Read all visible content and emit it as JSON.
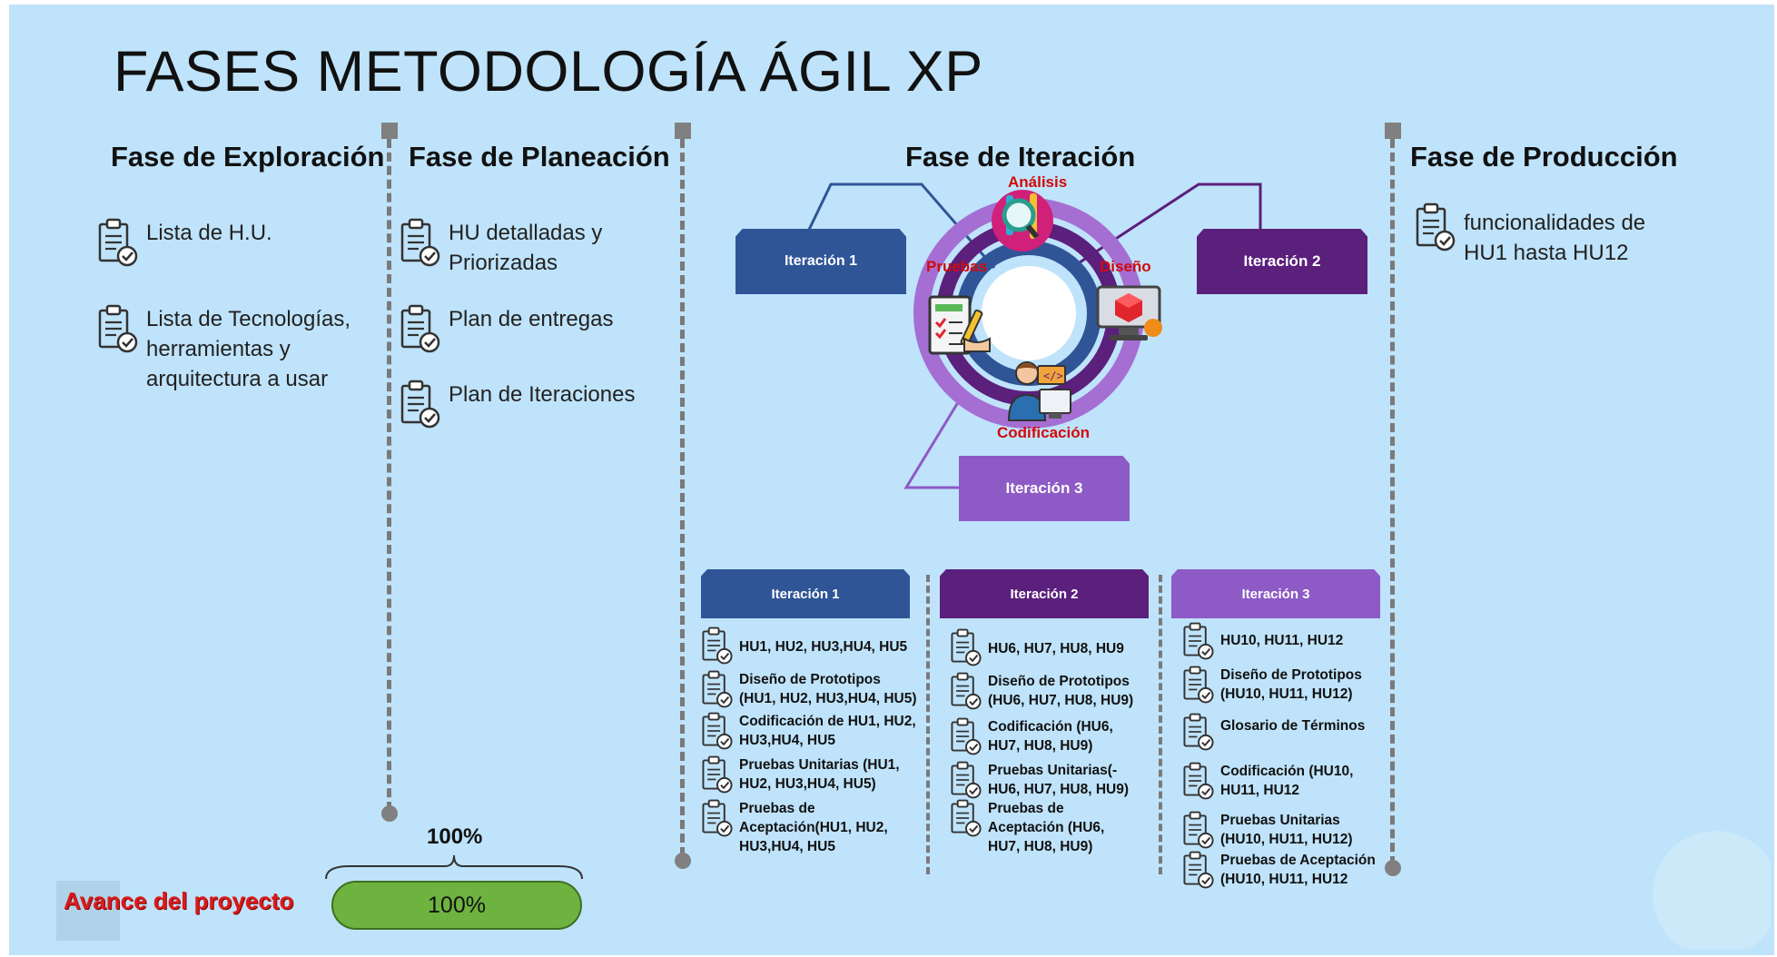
{
  "title": "FASES METODOLOGÍA ÁGIL XP",
  "colors": {
    "background": "#bfe3fa",
    "iter1": "#2f5597",
    "iter2": "#5b1f7c",
    "iter3": "#8e5ac6",
    "progress_green": "#6eb33f",
    "label_red": "#d10a0a"
  },
  "exploration": {
    "heading": "Fase de Exploración",
    "items": [
      {
        "icon": "clipboard-check-icon",
        "text": "Lista de H.U."
      },
      {
        "icon": "clipboard-check-icon",
        "text": "Lista de Tecnologías, herramientas y arquitectura a usar"
      }
    ]
  },
  "planning": {
    "heading": "Fase de Planeación",
    "items": [
      {
        "icon": "clipboard-check-icon",
        "text": "HU detalladas  y Priorizadas"
      },
      {
        "icon": "clipboard-check-icon",
        "text": "Plan de entregas"
      },
      {
        "icon": "clipboard-check-icon",
        "text": "Plan de Iteraciones"
      }
    ]
  },
  "iteration": {
    "heading": "Fase de Iteración",
    "cycle": {
      "analysis": "Análisis",
      "design": "Diseño",
      "coding": "Codificación",
      "testing": "Pruebas"
    },
    "tabs": {
      "iter1": "Iteración 1",
      "iter2": "Iteración 2",
      "iter3": "Iteración 3"
    },
    "columns": [
      {
        "header": "Iteración 1",
        "items": [
          "HU1, HU2, HU3,HU4, HU5",
          "Diseño de Prototipos (HU1, HU2, HU3,HU4, HU5)",
          "Codificación de HU1, HU2, HU3,HU4, HU5",
          "Pruebas Unitarias (HU1, HU2, HU3,HU4, HU5)",
          "Pruebas de Aceptación(HU1, HU2, HU3,HU4, HU5"
        ]
      },
      {
        "header": "Iteración 2",
        "items": [
          "HU6, HU7, HU8, HU9",
          "Diseño de Prototipos (HU6, HU7, HU8, HU9)",
          "Codificación (HU6, HU7, HU8, HU9)",
          "Pruebas Unitarias(-HU6, HU7, HU8, HU9)",
          "Pruebas de Aceptación (HU6, HU7, HU8, HU9)"
        ]
      },
      {
        "header": "Iteración 3",
        "items": [
          "HU10, HU11, HU12",
          "Diseño de Prototipos (HU10, HU11, HU12)",
          "Glosario de Términos",
          "Codificación (HU10, HU11, HU12",
          "Pruebas Unitarias (HU10, HU11, HU12)",
          "Pruebas de Aceptación (HU10, HU11, HU12"
        ]
      }
    ]
  },
  "production": {
    "heading": "Fase de Producción",
    "items": [
      {
        "icon": "clipboard-check-icon",
        "text": "funcionalidades de HU1 hasta HU12"
      }
    ]
  },
  "progress": {
    "label": "Avance del proyecto",
    "value_top": "100%",
    "value_pill": "100%",
    "fraction": 1.0
  }
}
